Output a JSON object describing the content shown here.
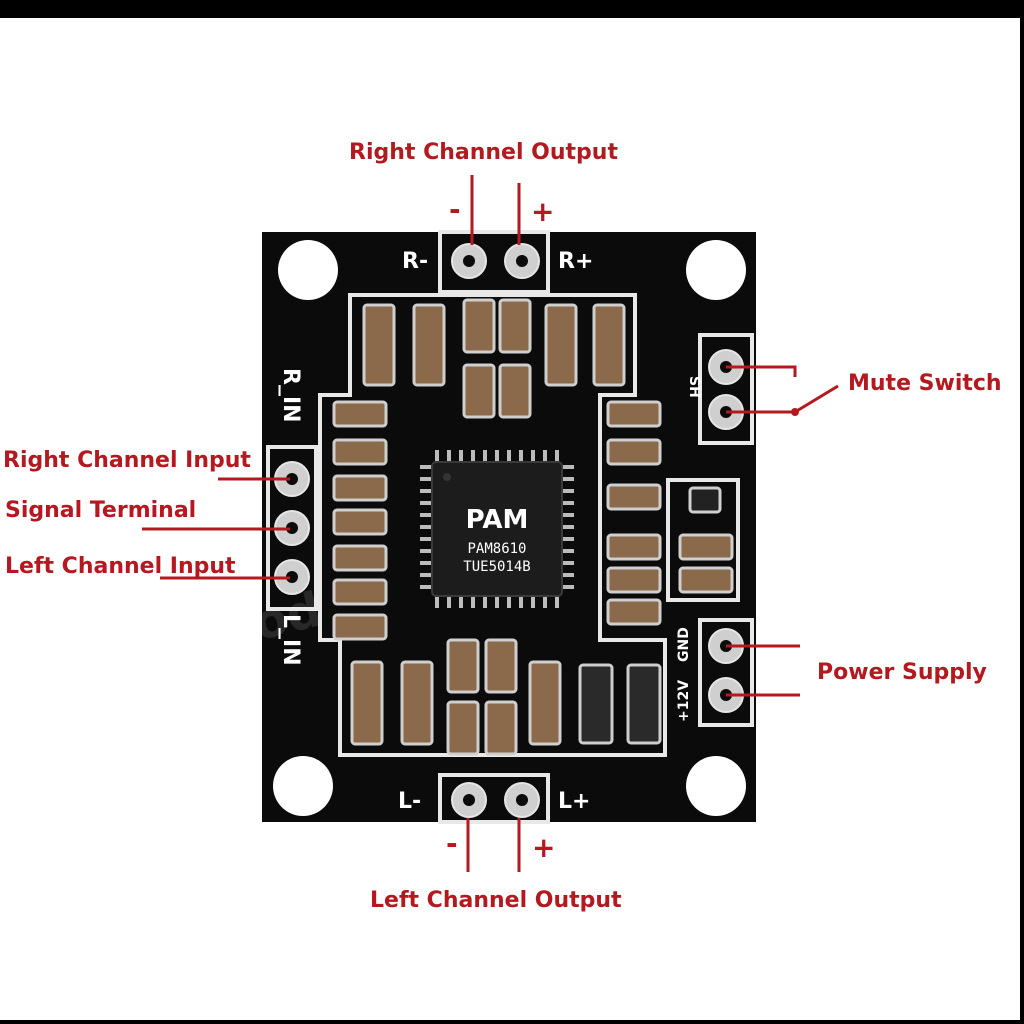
{
  "labels": {
    "right_output": "Right Channel Output",
    "left_output": "Left Channel Output",
    "right_input": "Right Channel Input",
    "signal_terminal": "Signal Terminal",
    "left_input": "Left Channel Input",
    "mute_switch": "Mute Switch",
    "power_supply": "Power Supply"
  },
  "signs": {
    "minus": "-",
    "plus": "+"
  },
  "silkscreen": {
    "r_minus": "R-",
    "r_plus": "R+",
    "l_minus": "L-",
    "l_plus": "L+",
    "r_in": "R_IN",
    "l_in": "L_IN",
    "sh": "SH",
    "gnd": "GND",
    "v12": "+12V"
  },
  "chip": {
    "logo": "PAM",
    "model": "PAM8610",
    "code": "TUE5014B"
  },
  "watermark": "Banggood",
  "colors": {
    "label": "#b3191f",
    "board": "#0b0b0b",
    "silk": "#ffffff"
  }
}
